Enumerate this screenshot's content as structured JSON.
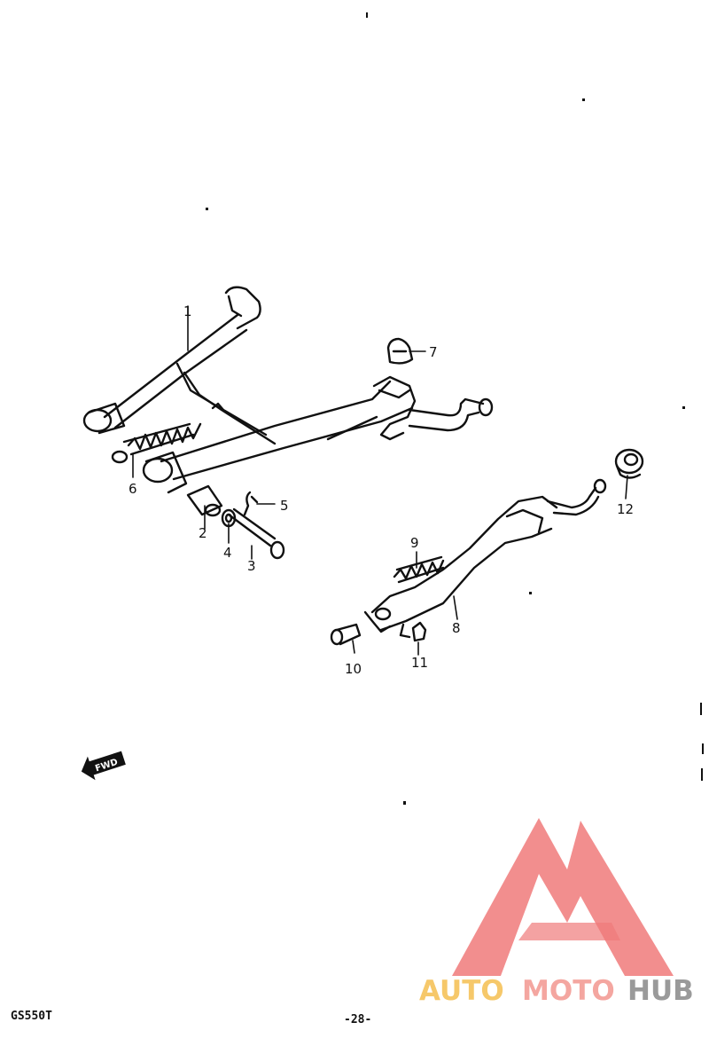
{
  "diagram": {
    "callouts": {
      "p1": "1",
      "p2": "2",
      "p3": "3",
      "p4": "4",
      "p5": "5",
      "p6": "6",
      "p7": "7",
      "p8": "8",
      "p9": "9",
      "p10": "10",
      "p11": "11",
      "p12": "12"
    },
    "fwd_label": "FWD"
  },
  "footer": {
    "model": "GS550T",
    "page": "-28-"
  },
  "watermark": {
    "brand_part1": "AUTO",
    "brand_part2": "MOTO",
    "brand_part3": "HUB",
    "color_auto": "#f6c86a",
    "color_moto": "#f4a6a0",
    "color_hub": "#9a9a9a",
    "logo_color": "#f07a7a"
  }
}
